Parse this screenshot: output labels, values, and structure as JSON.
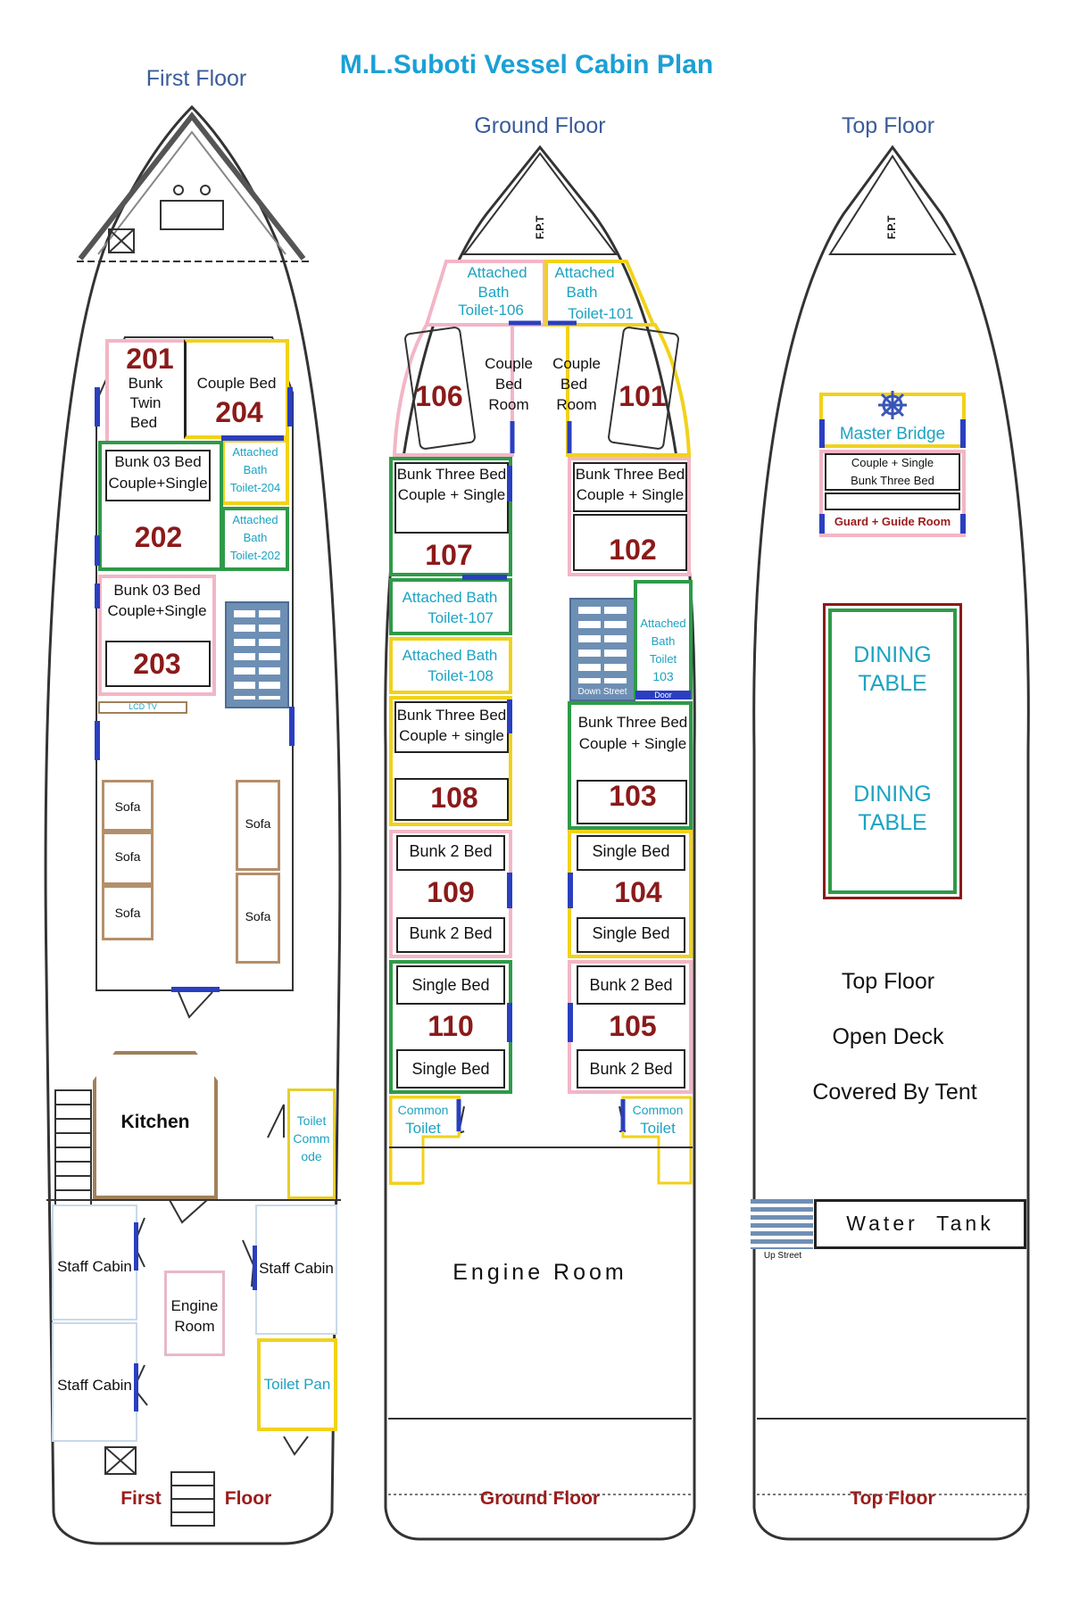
{
  "title": "M.L.Suboti Vessel Cabin Plan",
  "headers": {
    "first": "First Floor",
    "ground": "Ground Floor",
    "top": "Top Floor"
  },
  "footers": {
    "first_a": "First",
    "first_b": "Floor",
    "ground": "Ground Floor",
    "top": "Top Floor"
  },
  "fpt": "F.P.T",
  "first_floor": {
    "r201": {
      "num": "201",
      "l1": "Bunk",
      "l2": "Twin",
      "l3": "Bed"
    },
    "r204": {
      "num": "204",
      "label": "Couple Bed"
    },
    "bath204": {
      "l1": "Attached",
      "l2": "Bath",
      "l3": "Toilet-204"
    },
    "r202": {
      "num": "202",
      "l1": "Bunk 03 Bed",
      "l2": "Couple+Single"
    },
    "bath202": {
      "l1": "Attached",
      "l2": "Bath",
      "l3": "Toilet-202"
    },
    "r203": {
      "num": "203",
      "l1": "Bunk 03 Bed",
      "l2": "Couple+Single"
    },
    "lcd": "LCD TV",
    "sofa": "Sofa",
    "kitchen": "Kitchen",
    "toilet_commode": {
      "l1": "Toilet",
      "l2": "Comm",
      "l3": "ode"
    },
    "staff_cabin": "Staff Cabin",
    "engine_room": {
      "l1": "Engine",
      "l2": "Room"
    },
    "toilet_pan": "Toilet Pan"
  },
  "ground_floor": {
    "bath106": {
      "l1": "Attached",
      "l2": "Bath",
      "l3": "Toilet-106"
    },
    "bath101": {
      "l1": "Attached",
      "l2": "Bath",
      "l3": "Toilet-101"
    },
    "r106": {
      "num": "106",
      "l1": "Couple",
      "l2": "Bed",
      "l3": "Room"
    },
    "r101": {
      "num": "101",
      "l1": "Couple",
      "l2": "Bed",
      "l3": "Room"
    },
    "r107": {
      "num": "107",
      "l1": "Bunk Three Bed",
      "l2": "Couple + Single"
    },
    "r102": {
      "num": "102",
      "l1": "Bunk Three Bed",
      "l2": "Couple + Single"
    },
    "bath107": {
      "l1": "Attached Bath",
      "l2": "Toilet-107"
    },
    "bath108": {
      "l1": "Attached Bath",
      "l2": "Toilet-108"
    },
    "bath103": {
      "l1": "Attached",
      "l2": "Bath",
      "l3": "Toilet",
      "l4": "103"
    },
    "down_street": "Down Street",
    "door": "Door",
    "r108": {
      "num": "108",
      "l1": "Bunk Three Bed",
      "l2": "Couple + single"
    },
    "r103": {
      "num": "103",
      "l1": "Bunk Three Bed",
      "l2": "Couple + Single"
    },
    "r109": {
      "num": "109",
      "l1": "Bunk 2 Bed",
      "l2": "Bunk 2 Bed"
    },
    "r104": {
      "num": "104",
      "l1": "Single Bed",
      "l2": "Single Bed"
    },
    "r110": {
      "num": "110",
      "l1": "Single Bed",
      "l2": "Single Bed"
    },
    "r105": {
      "num": "105",
      "l1": "Bunk 2 Bed",
      "l2": "Bunk 2 Bed"
    },
    "common_toilet": {
      "l1": "Common",
      "l2": "Toilet"
    },
    "engine_room": "Engine Room"
  },
  "top_floor": {
    "master_bridge": "Master Bridge",
    "guard_room": {
      "l1": "Couple + Single",
      "l2": "Bunk Three Bed",
      "l3": "Guard + Guide Room"
    },
    "dining": {
      "l1": "DINING",
      "l2": "TABLE"
    },
    "deck": {
      "l1": "Top Floor",
      "l2": "Open Deck",
      "l3": "Covered By Tent"
    },
    "water_tank": "Water  Tank",
    "up_street": "Up Street"
  }
}
